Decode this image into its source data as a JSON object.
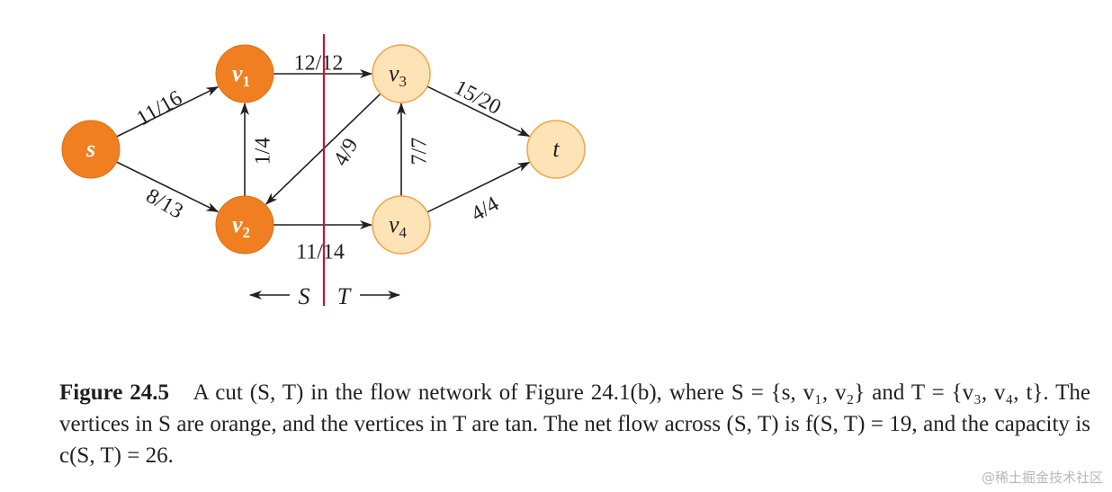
{
  "nodes": [
    {
      "id": "s",
      "name": "s",
      "sub": "",
      "set": "S"
    },
    {
      "id": "v1",
      "name": "v",
      "sub": "1",
      "set": "S"
    },
    {
      "id": "v2",
      "name": "v",
      "sub": "2",
      "set": "S"
    },
    {
      "id": "v3",
      "name": "v",
      "sub": "3",
      "set": "T"
    },
    {
      "id": "v4",
      "name": "v",
      "sub": "4",
      "set": "T"
    },
    {
      "id": "t",
      "name": "t",
      "sub": "",
      "set": "T"
    }
  ],
  "edges": [
    {
      "from": "s",
      "to": "v1",
      "label": "11/16"
    },
    {
      "from": "s",
      "to": "v2",
      "label": "8/13"
    },
    {
      "from": "v2",
      "to": "v1",
      "label": "1/4"
    },
    {
      "from": "v1",
      "to": "v3",
      "label": "12/12"
    },
    {
      "from": "v3",
      "to": "v2",
      "label": "4/9"
    },
    {
      "from": "v2",
      "to": "v4",
      "label": "11/14"
    },
    {
      "from": "v4",
      "to": "v3",
      "label": "7/7"
    },
    {
      "from": "v3",
      "to": "t",
      "label": "15/20"
    },
    {
      "from": "v4",
      "to": "t",
      "label": "4/4"
    }
  ],
  "cut": {
    "left_label": "S",
    "right_label": "T"
  },
  "colors": {
    "source_set": "#f07f22",
    "sink_set": "#fde3b5",
    "cut_line": "#c8102e"
  },
  "caption": {
    "figure_label": "Figure 24.5",
    "text": "A cut (S, T) in the flow network of Figure 24.1(b), where S = {s, v₁, v₂} and T = {v₃, v₄, t}.  The vertices in S are orange, and the vertices in T are tan.  The net flow across (S, T) is f(S, T) = 19, and the capacity is c(S, T) = 26."
  },
  "watermark": "@稀土掘金技术社区"
}
